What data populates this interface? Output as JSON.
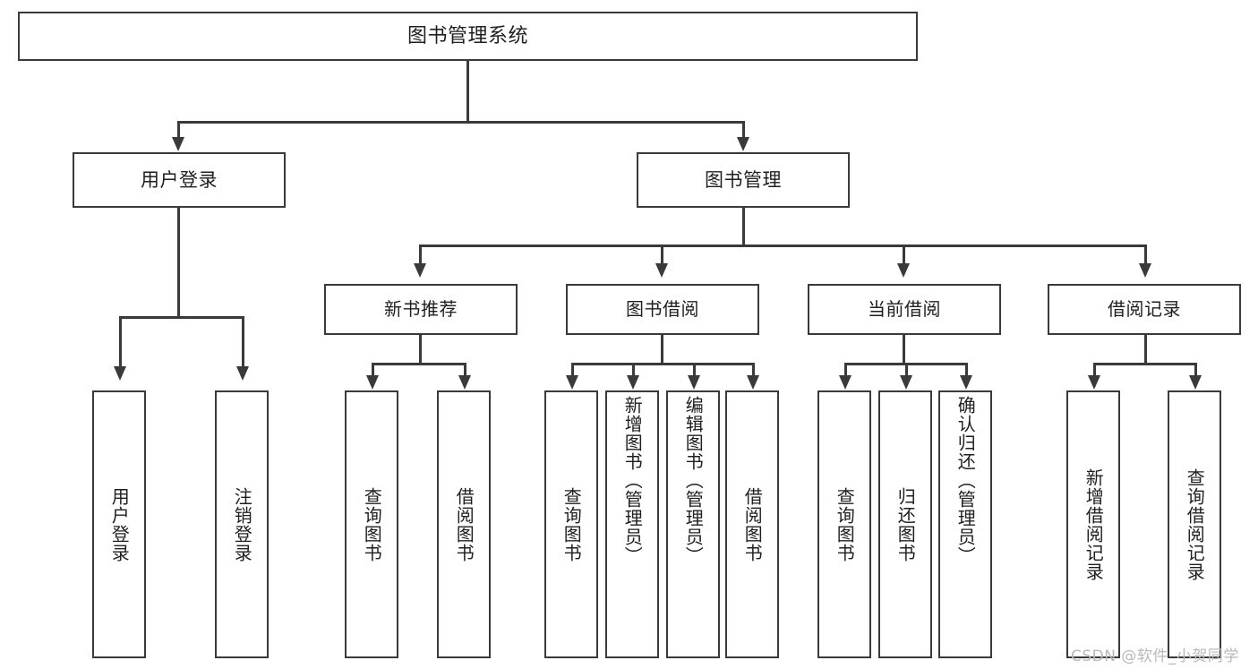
{
  "diagram": {
    "title": "图书管理系统",
    "type": "tree-hierarchy-diagram",
    "colors": {
      "box_border": "#3a3a3a",
      "box_fill": "#ffffff",
      "text": "#1f1f1f",
      "connector": "#3a3a3a",
      "watermark": "#b9b9b9",
      "background": "#ffffff"
    }
  },
  "root": {
    "label": "图书管理系统"
  },
  "level2": [
    {
      "label": "用户登录"
    },
    {
      "label": "图书管理"
    }
  ],
  "level3": [
    {
      "label": "新书推荐"
    },
    {
      "label": "图书借阅"
    },
    {
      "label": "当前借阅"
    },
    {
      "label": "借阅记录"
    }
  ],
  "leaves": {
    "user_login": [
      {
        "label": "用户登录"
      },
      {
        "label": "注销登录"
      }
    ],
    "new_book_recommend": [
      {
        "label": "查询图书"
      },
      {
        "label": "借阅图书"
      }
    ],
    "book_borrow": [
      {
        "label": "查询图书"
      },
      {
        "label": "新增图书（管理员）"
      },
      {
        "label": "编辑图书（管理员）"
      },
      {
        "label": "借阅图书"
      }
    ],
    "current_borrow": [
      {
        "label": "查询图书"
      },
      {
        "label": "归还图书"
      },
      {
        "label": "确认归还（管理员）"
      }
    ],
    "borrow_record": [
      {
        "label": "新增借阅记录"
      },
      {
        "label": "查询借阅记录"
      }
    ]
  },
  "watermark": {
    "text": "CSDN @软件_小贺同学"
  }
}
